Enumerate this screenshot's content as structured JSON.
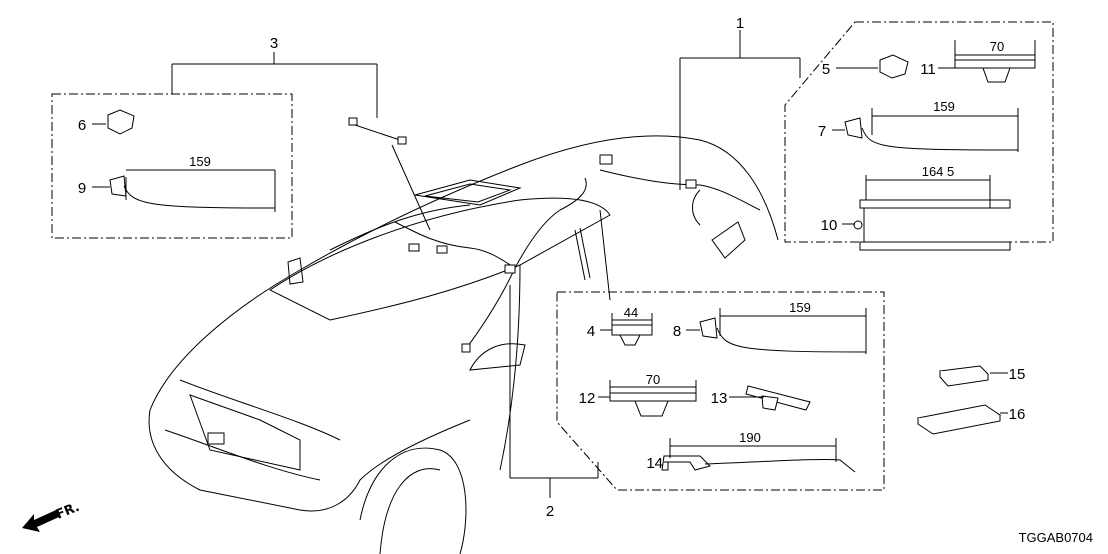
{
  "diagram": {
    "callouts": {
      "c1": "1",
      "c2": "2",
      "c3": "3",
      "c4": "4",
      "c5": "5",
      "c6": "6",
      "c7": "7",
      "c8": "8",
      "c9": "9",
      "c10": "10",
      "c11": "11",
      "c12": "12",
      "c13": "13",
      "c14": "14",
      "c15": "15",
      "c16": "16"
    },
    "dimensions": {
      "d9": "159",
      "d11": "70",
      "d7": "159",
      "d10": "164 5",
      "d4": "44",
      "d8": "159",
      "d12": "70",
      "d14": "190"
    },
    "direction_label": "FR.",
    "diagram_code": "TGGAB0704"
  }
}
